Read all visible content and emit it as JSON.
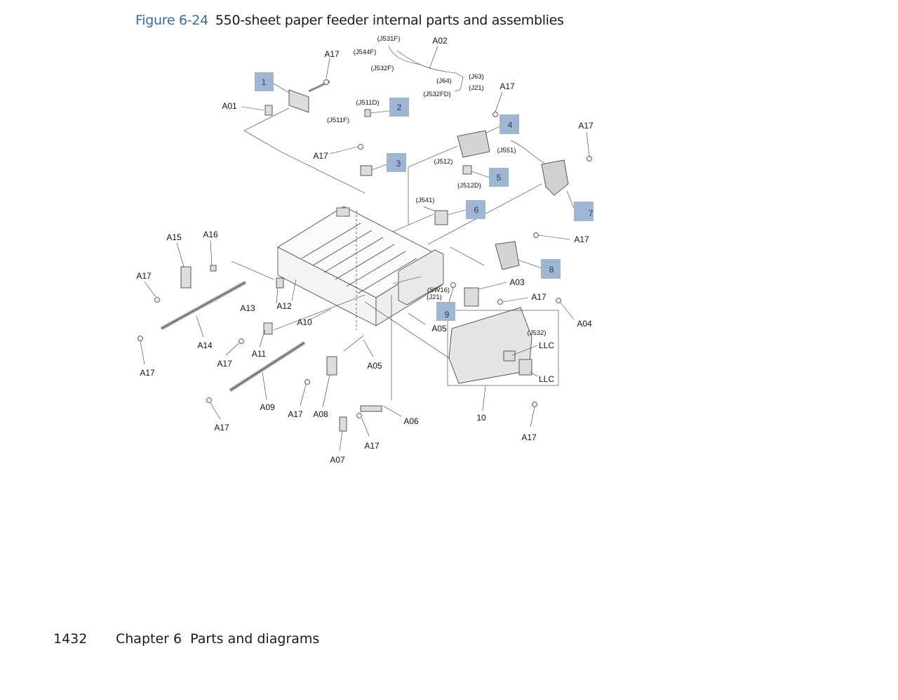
{
  "figure": {
    "number": "Figure 6-24",
    "title": "550-sheet paper feeder internal parts and assemblies"
  },
  "callout_color": "#9fb6d3",
  "numbered_callouts": [
    "1",
    "2",
    "3",
    "4",
    "5",
    "6",
    "7",
    "8",
    "9",
    "10"
  ],
  "part_labels": [
    "A17",
    "A02",
    "A01",
    "A17",
    "A17",
    "A17",
    "A15",
    "A16",
    "A17",
    "A17",
    "A13",
    "A12",
    "A03",
    "A17",
    "A04",
    "A10",
    "A05",
    "A14",
    "A11",
    "A17",
    "A05",
    "A17",
    "A09",
    "A17",
    "A08",
    "A06",
    "A17",
    "A17",
    "A07",
    "A17",
    "LLC",
    "LLC"
  ],
  "connector_labels": [
    "(J531F)",
    "(J544F)",
    "(J532F)",
    "(J64)",
    "(J63)",
    "(J21)",
    "(J532FD)",
    "(J511D)",
    "(J511F)",
    "(J551)",
    "(J512)",
    "(J512D)",
    "(J541)",
    "(SW16)",
    "(J21)",
    "(J532)"
  ],
  "footer": {
    "page_number": "1432",
    "chapter": "Chapter 6  Parts and diagrams"
  }
}
